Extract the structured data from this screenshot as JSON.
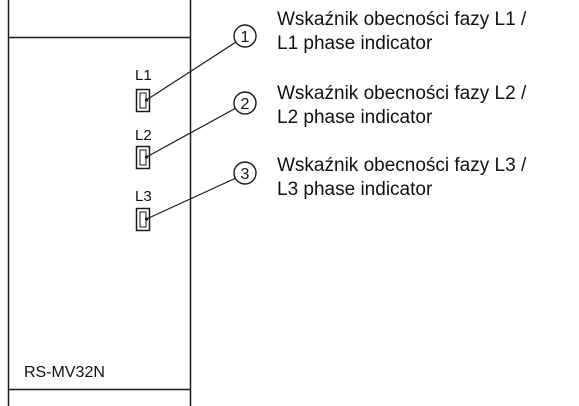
{
  "device": {
    "model": "RS-MV32N"
  },
  "indicators": [
    {
      "id": "L1",
      "tag": "L1",
      "number": "1",
      "label_pl": "Wskaźnik obecności fazy L1 /",
      "label_en": "L1 phase indicator"
    },
    {
      "id": "L2",
      "tag": "L2",
      "number": "2",
      "label_pl": "Wskaźnik obecności fazy L2 /",
      "label_en": "L2 phase indicator"
    },
    {
      "id": "L3",
      "tag": "L3",
      "number": "3",
      "label_pl": "Wskaźnik obecności fazy L3 /",
      "label_en": "L3 phase indicator"
    }
  ],
  "colors": {
    "line": "#1a1a1a",
    "background": "#ffffff"
  }
}
